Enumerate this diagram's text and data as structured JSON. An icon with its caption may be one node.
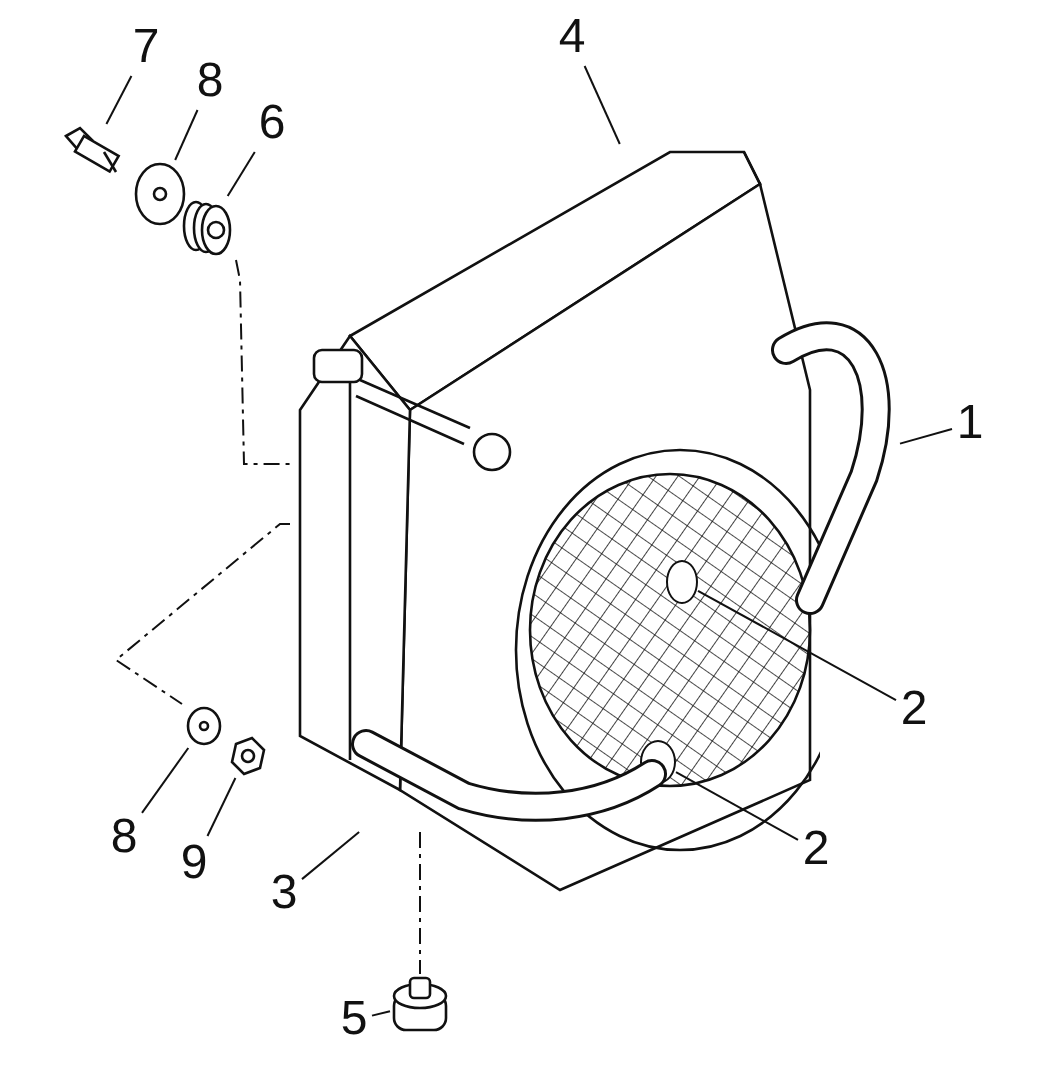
{
  "diagram": {
    "nodes": [
      {
        "text": [
          "7"
        ]
      },
      {
        "text": [],
        "shape": "picture"
      },
      {
        "text": [
          "8"
        ]
      },
      {
        "text": [],
        "shape": "picture"
      },
      {
        "text": [
          "6"
        ]
      },
      {
        "text": [],
        "shape": "picture"
      },
      {
        "text": [
          "4"
        ]
      },
      {
        "text": [],
        "shape": "picture"
      },
      {
        "text": [
          "1"
        ]
      },
      {
        "text": [],
        "shape": "picture"
      },
      {
        "text": [
          "2"
        ]
      },
      {
        "text": [],
        "shape": "circle",
        "in": 7
      },
      {
        "text": [
          "2"
        ]
      },
      {
        "text": [],
        "shape": "circle",
        "in": 7
      },
      {
        "text": [
          "8"
        ]
      },
      {
        "text": [],
        "shape": "picture"
      },
      {
        "text": [
          "9"
        ]
      },
      {
        "text": [],
        "shape": "picture"
      },
      {
        "text": [
          "3"
        ]
      },
      {
        "text": [],
        "shape": "picture",
        "in": 7
      },
      {
        "text": [
          "5"
        ]
      },
      {
        "text": [],
        "shape": "cylinder"
      }
    ],
    "edges": [
      {
        "from": 0,
        "to": 1,
        "arrow": "none"
      },
      {
        "from": 2,
        "to": 3,
        "arrow": "none"
      },
      {
        "from": 4,
        "to": 5,
        "arrow": "none"
      },
      {
        "from": 6,
        "to": 7,
        "arrow": "none"
      },
      {
        "from": 8,
        "to": 9,
        "arrow": "none"
      },
      {
        "from": 10,
        "to": 11,
        "arrow": "none"
      },
      {
        "from": 12,
        "to": 13,
        "arrow": "none"
      },
      {
        "from": 14,
        "to": 15,
        "arrow": "none"
      },
      {
        "from": 16,
        "to": 17,
        "arrow": "none"
      },
      {
        "from": 18,
        "to": 19,
        "arrow": "none"
      },
      {
        "from": 20,
        "to": 21,
        "arrow": "none"
      },
      {
        "from": 5,
        "to": 7,
        "arrow": "none",
        "style": "dashed"
      },
      {
        "from": 7,
        "to": 15,
        "arrow": "none",
        "style": "dashed"
      },
      {
        "from": 19,
        "to": 21,
        "arrow": "none",
        "style": "dashed"
      }
    ]
  }
}
